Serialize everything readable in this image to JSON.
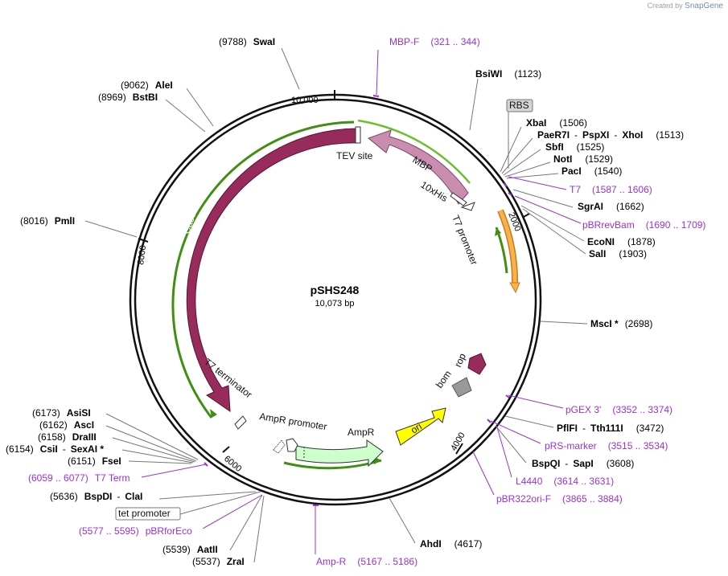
{
  "watermark": {
    "prefix": "Created by",
    "brand": "SnapGene"
  },
  "plasmid": {
    "name": "pSHS248",
    "size": "10,073 bp"
  },
  "ticks": [
    "2000",
    "4000",
    "6000",
    "8000",
    "10,000"
  ],
  "features": {
    "mbp": "MBP",
    "tev": "TEV site",
    "his": "10xHis",
    "t7_promoter": "T7 promoter",
    "cas9": "Cas9",
    "t7_terminator": "T7 terminator",
    "ampr_promoter": "AmpR promoter",
    "ampr": "AmpR",
    "ori": "ori",
    "bom": "bom",
    "rop": "rop",
    "rbs": "RBS",
    "tet_promoter": "tet promoter"
  },
  "enzymes_right": [
    {
      "name": "BsiWI",
      "pos": "(1123)"
    },
    {
      "name": "XbaI",
      "pos": "(1506)"
    },
    {
      "name": "PaeR7I",
      "sep1": "-",
      "name2": "PspXI",
      "sep2": "-",
      "name3": "XhoI",
      "pos": "(1513)"
    },
    {
      "name": "SbfI",
      "pos": "(1525)"
    },
    {
      "name": "NotI",
      "pos": "(1529)"
    },
    {
      "name": "PacI",
      "pos": "(1540)"
    },
    {
      "name": "SgrAI",
      "pos": "(1662)"
    },
    {
      "name": "EcoNI",
      "pos": "(1878)"
    },
    {
      "name": "SalI",
      "pos": "(1903)"
    },
    {
      "name": "MscI *",
      "pos": "(2698)"
    },
    {
      "name": "PflFI",
      "sep1": "-",
      "name2": "Tth111I",
      "pos": "(3472)"
    },
    {
      "name": "BspQI",
      "sep1": "-",
      "name2": "SapI",
      "pos": "(3608)"
    },
    {
      "name": "AhdI",
      "pos": "(4617)"
    }
  ],
  "enzymes_left": [
    {
      "name": "SwaI",
      "pos": "(9788)"
    },
    {
      "name": "AleI",
      "pos": "(9062)"
    },
    {
      "name": "BstBI",
      "pos": "(8969)"
    },
    {
      "name": "PmlI",
      "pos": "(8016)"
    },
    {
      "name": "AsiSI",
      "pos": "(6173)"
    },
    {
      "name": "AscI",
      "pos": "(6162)"
    },
    {
      "name": "DraIII",
      "pos": "(6158)"
    },
    {
      "name": "CsiI",
      "sep1": "-",
      "name2": "SexAI *",
      "pos": "(6154)"
    },
    {
      "name": "FseI",
      "pos": "(6151)"
    },
    {
      "name": "BspDI",
      "sep1": "-",
      "name2": "ClaI",
      "pos": "(5636)"
    },
    {
      "name": "AatII",
      "pos": "(5539)"
    },
    {
      "name": "ZraI",
      "pos": "(5537)"
    }
  ],
  "primers": [
    {
      "name": "MBP-F",
      "range": "(321 .. 344)"
    },
    {
      "name": "T7",
      "range": "(1587 .. 1606)"
    },
    {
      "name": "pBRrevBam",
      "range": "(1690 .. 1709)"
    },
    {
      "name": "pGEX 3'",
      "range": "(3352 .. 3374)"
    },
    {
      "name": "pRS-marker",
      "range": "(3515 .. 3534)"
    },
    {
      "name": "L4440",
      "range": "(3614 .. 3631)"
    },
    {
      "name": "pBR322ori-F",
      "range": "(3865 .. 3884)"
    },
    {
      "name": "Amp-R",
      "range": "(5167 .. 5186)"
    },
    {
      "name": "pBRforEco",
      "range": "(5577 .. 5595)"
    },
    {
      "name": "T7 Term",
      "range": "(6059 .. 6077)"
    }
  ]
}
